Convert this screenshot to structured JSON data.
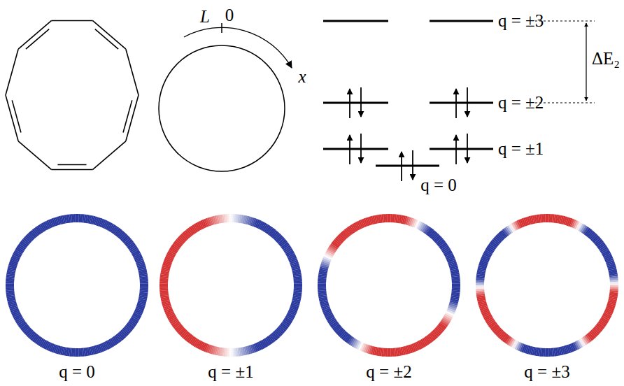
{
  "diagram": {
    "labels": [
      "L",
      "0",
      "x",
      "q = ±3",
      "q = ±2",
      "q = ±1",
      "q = 0",
      "ΔE₂",
      "q = 0",
      "q = ±1",
      "q = ±2",
      "q = ±3"
    ]
  }
}
